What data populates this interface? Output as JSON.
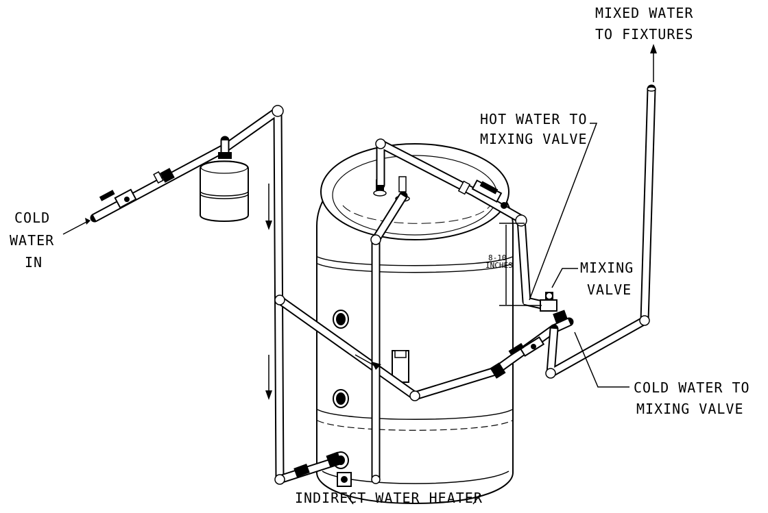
{
  "labels": {
    "mixed_water_line1": "MIXED WATER",
    "mixed_water_line2": "TO FIXTURES",
    "hot_water_line1": "HOT WATER TO",
    "hot_water_line2": "MIXING VALVE",
    "cold_in_line1": "COLD",
    "cold_in_line2": "WATER",
    "cold_in_line3": "IN",
    "mixing_valve_line1": "MIXING",
    "mixing_valve_line2": "VALVE",
    "dimension_line1": "8-10",
    "dimension_line2": "INCHES",
    "cold_to_mix_line1": "COLD WATER TO",
    "cold_to_mix_line2": "MIXING VALVE",
    "caption": "INDIRECT WATER HEATER"
  }
}
